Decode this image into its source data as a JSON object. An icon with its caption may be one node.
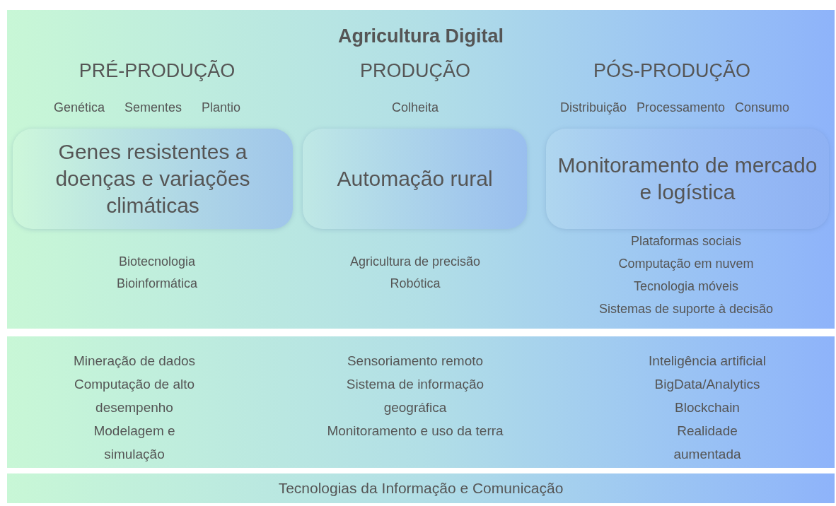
{
  "diagram": {
    "title": "Agricultura Digital",
    "nodes": [
      {
        "text": [],
        "shape": "box"
      },
      {
        "text": [
          "Genes resistentes a doenças e variações climáticas"
        ],
        "in": 0
      },
      {
        "text": [
          "Automação rural"
        ],
        "in": 0
      },
      {
        "text": [
          "Monitoramento de mercado e logística"
        ],
        "in": 0
      },
      {
        "text": [],
        "shape": "box"
      },
      {
        "text": [
          "Tecnologias da Informação e Comunicação"
        ]
      }
    ],
    "edges": [],
    "labels": [
      "PRÉ-PRODUÇÃO",
      "PRODUÇÃO",
      "PÓS-PRODUÇÃO",
      "Genética",
      "Sementes",
      "Plantio",
      "Colheita",
      "Distribuição",
      "Processamento",
      "Consumo",
      "Biotecnologia",
      "Bioinformática",
      "Agricultura de precisão",
      "Robótica",
      "Plataformas sociais",
      "Computação em nuvem",
      "Tecnologia móveis",
      "Sistemas de suporte à decisão",
      "Mineração de dados",
      "Computação de alto desempenho",
      "Modelagem e simulação",
      "Sensoriamento remoto",
      "Sistema de informação geográfica",
      "Monitoramento e uso da terra",
      "Inteligência artificial",
      "BigData/Analytics",
      "Blockchain",
      "Realidade aumentada"
    ]
  }
}
